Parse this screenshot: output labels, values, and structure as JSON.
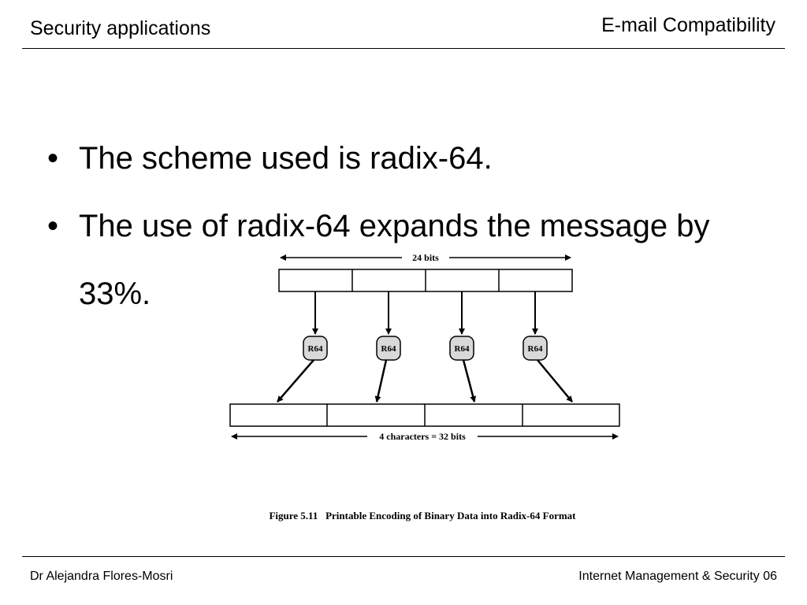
{
  "header": {
    "left_title": "Security applications",
    "right_title": "E-mail Compatibility"
  },
  "bullets": [
    {
      "marker": "•",
      "text": "The scheme used is radix-64."
    },
    {
      "marker": "•",
      "text": "The use of radix-64 expands the message by 33%."
    }
  ],
  "figure": {
    "top_label": "24 bits",
    "bottom_label": "4 characters = 32 bits",
    "node_labels": [
      "R64",
      "R64",
      "R64",
      "R64"
    ],
    "caption": "Figure 5.11   Printable Encoding of Binary Data into Radix-64 Format"
  },
  "footer": {
    "left": "Dr Alejandra Flores-Mosri",
    "right": "Internet Management & Security 06"
  }
}
